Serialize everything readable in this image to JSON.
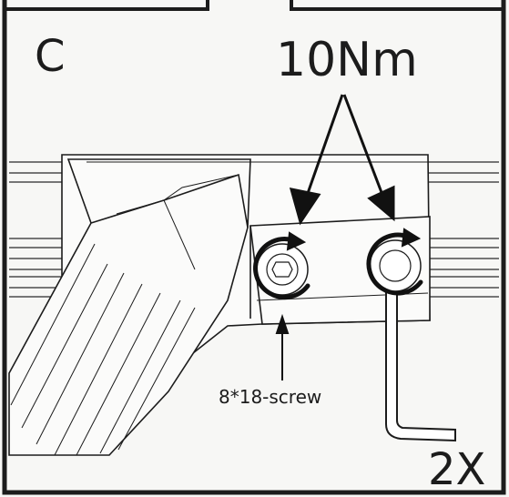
{
  "step_label": "C",
  "torque_label": "10Nm",
  "screw_label": "8*18-screw",
  "quantity_label": "2X"
}
